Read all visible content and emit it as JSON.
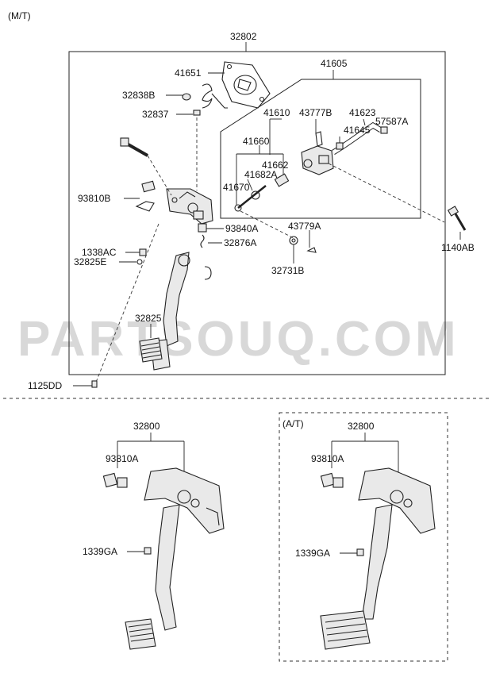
{
  "sections": {
    "mt": "(M/T)",
    "at": "(A/T)"
  },
  "watermark": "PARTSOUQ.COM",
  "callouts": {
    "c32802": "32802",
    "c41651": "41651",
    "c41605": "41605",
    "c32838B": "32838B",
    "c32837": "32837",
    "c41610": "41610",
    "c43777B": "43777B",
    "c41623": "41623",
    "c57587A": "57587A",
    "c41645": "41645",
    "c41660": "41660",
    "c41662": "41662",
    "c41682A": "41682A",
    "c41670": "41670",
    "c93810B": "93810B",
    "c93840A": "93840A",
    "c43779A": "43779A",
    "c1338AC": "1338AC",
    "c32876A": "32876A",
    "c32825E": "32825E",
    "c32731B": "32731B",
    "c1140AB": "1140AB",
    "c32825": "32825",
    "c1125DD": "1125DD",
    "c32800_mt": "32800",
    "c93810A_mt": "93810A",
    "c1339GA_mt": "1339GA",
    "c32800_at": "32800",
    "c93810A_at": "93810A",
    "c1339GA_at": "1339GA"
  }
}
